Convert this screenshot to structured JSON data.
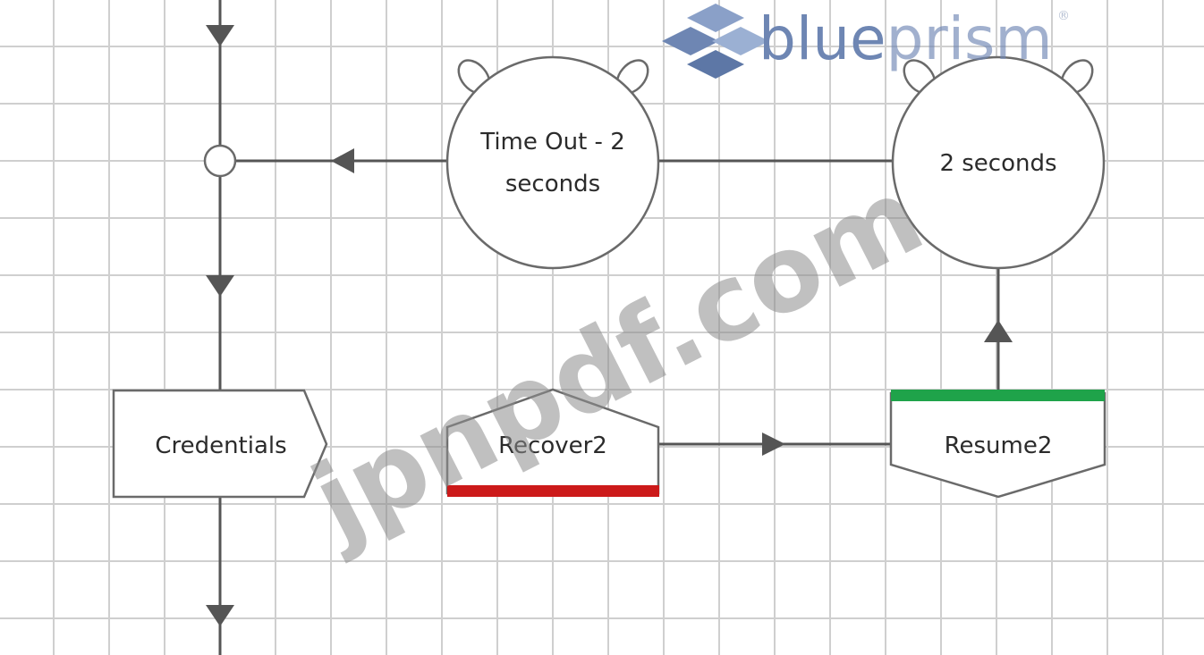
{
  "brand": {
    "name": "blueprism",
    "name_plain": "blue",
    "name_light": "prism",
    "registered_mark": "®",
    "logo_icon": "blueprism-logo-icon",
    "color": "#6e86b3"
  },
  "watermark": {
    "text": "jpnpdf.com"
  },
  "stages": {
    "timeout_anchor": {
      "type": "time-anchor",
      "line1": "Time Out - 2",
      "line2": "seconds"
    },
    "wait_stage": {
      "type": "wait",
      "label": "2 seconds"
    },
    "credentials": {
      "type": "action",
      "label": "Credentials"
    },
    "recover": {
      "type": "recover",
      "label": "Recover2",
      "accent": "#cc1a1a"
    },
    "resume": {
      "type": "resume",
      "label": "Resume2",
      "accent": "#1fa34a"
    }
  },
  "colors": {
    "grid": "#cfcfcf",
    "line": "#555555",
    "shape_stroke": "#6a6a6a"
  }
}
